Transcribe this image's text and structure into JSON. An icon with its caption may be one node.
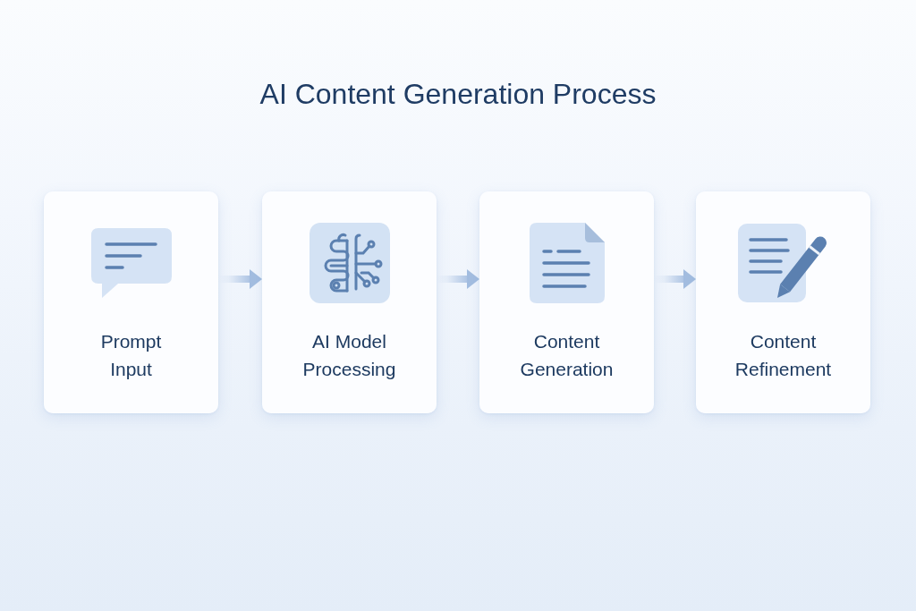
{
  "diagram": {
    "title": "AI Content Generation Process",
    "nodes": [
      {
        "text": [
          "Prompt Input"
        ]
      },
      {
        "text": [
          "AI Model Processing"
        ]
      },
      {
        "text": [
          "Content Generation"
        ]
      },
      {
        "text": [
          "Content Refinement"
        ]
      }
    ],
    "edges": [
      {
        "from": 0,
        "to": 1,
        "arrow": "to"
      },
      {
        "from": 1,
        "to": 2,
        "arrow": "to"
      },
      {
        "from": 2,
        "to": 3,
        "arrow": "to"
      }
    ]
  }
}
